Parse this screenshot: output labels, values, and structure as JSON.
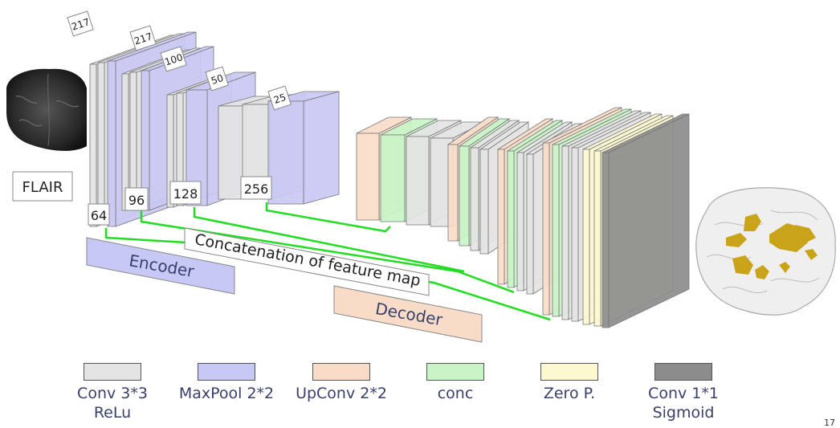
{
  "input_label": "FLAIR",
  "encoder": {
    "label": "Encoder",
    "channels": [
      "64",
      "96",
      "128",
      "256"
    ],
    "sizes": [
      "217",
      "217",
      "100",
      "50",
      "25"
    ]
  },
  "decoder": {
    "label": "Decoder"
  },
  "concat_label": "Concatenation of feature map",
  "legend": [
    {
      "label": "Conv 3*3\nReLu",
      "color": "#e4e4e4"
    },
    {
      "label": "MaxPool 2*2",
      "color": "#c8c8f4"
    },
    {
      "label": "UpConv 2*2",
      "color": "#f8dcc8"
    },
    {
      "label": "conc",
      "color": "#c8f4c8"
    },
    {
      "label": "Zero P.",
      "color": "#fcf8d0"
    },
    {
      "label": "Conv 1*1\nSigmoid",
      "color": "#8c8c8c"
    }
  ],
  "colors": {
    "conv": "#e4e4e4",
    "maxpool": "#c8c8f4",
    "upconv": "#f8dcc8",
    "conc": "#c8f4c8",
    "zeropad": "#fcf8d0",
    "final": "#8c8c8c",
    "skip_line": "#22dd22",
    "label_text": "#3a3f6b",
    "encoder_bar": "#c8c8f4",
    "decoder_bar": "#f8dcc8"
  },
  "page_number": "17"
}
